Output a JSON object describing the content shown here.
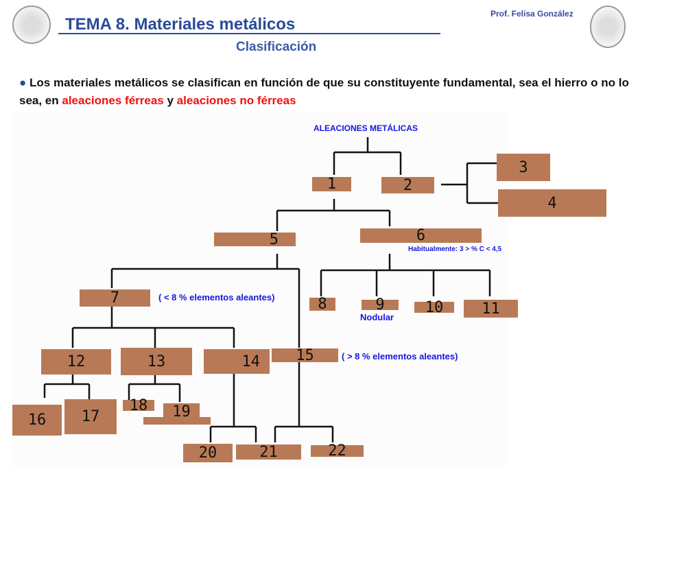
{
  "header": {
    "title": "TEMA 8. Materiales metálicos",
    "subtitle": "Clasificación",
    "author": "Prof. Felisa González"
  },
  "intro": {
    "bullet": "●",
    "text1": " Los materiales metálicos se clasifican en función de que su constituyente fundamental, sea el hierro o no lo sea, en ",
    "ferrous": "aleaciones férreas",
    "mid": " y ",
    "nonferrous": "aleaciones no férreas"
  },
  "diagram": {
    "root": "ALEACIONES METÁLICAS",
    "boxes": [
      "1",
      "2",
      "3",
      "4",
      "5",
      "6",
      "7",
      "8",
      "9",
      "10",
      "11",
      "12",
      "13",
      "14",
      "15",
      "16",
      "17",
      "18",
      "19",
      "20",
      "21",
      "22"
    ],
    "notes": {
      "carbon": "Habitualmente: 3 > % C < 4,5",
      "low_alloy": "( < 8 % elementos aleantes)",
      "nodular": "Nodular",
      "high_alloy": "( > 8 % elementos aleantes)"
    }
  }
}
